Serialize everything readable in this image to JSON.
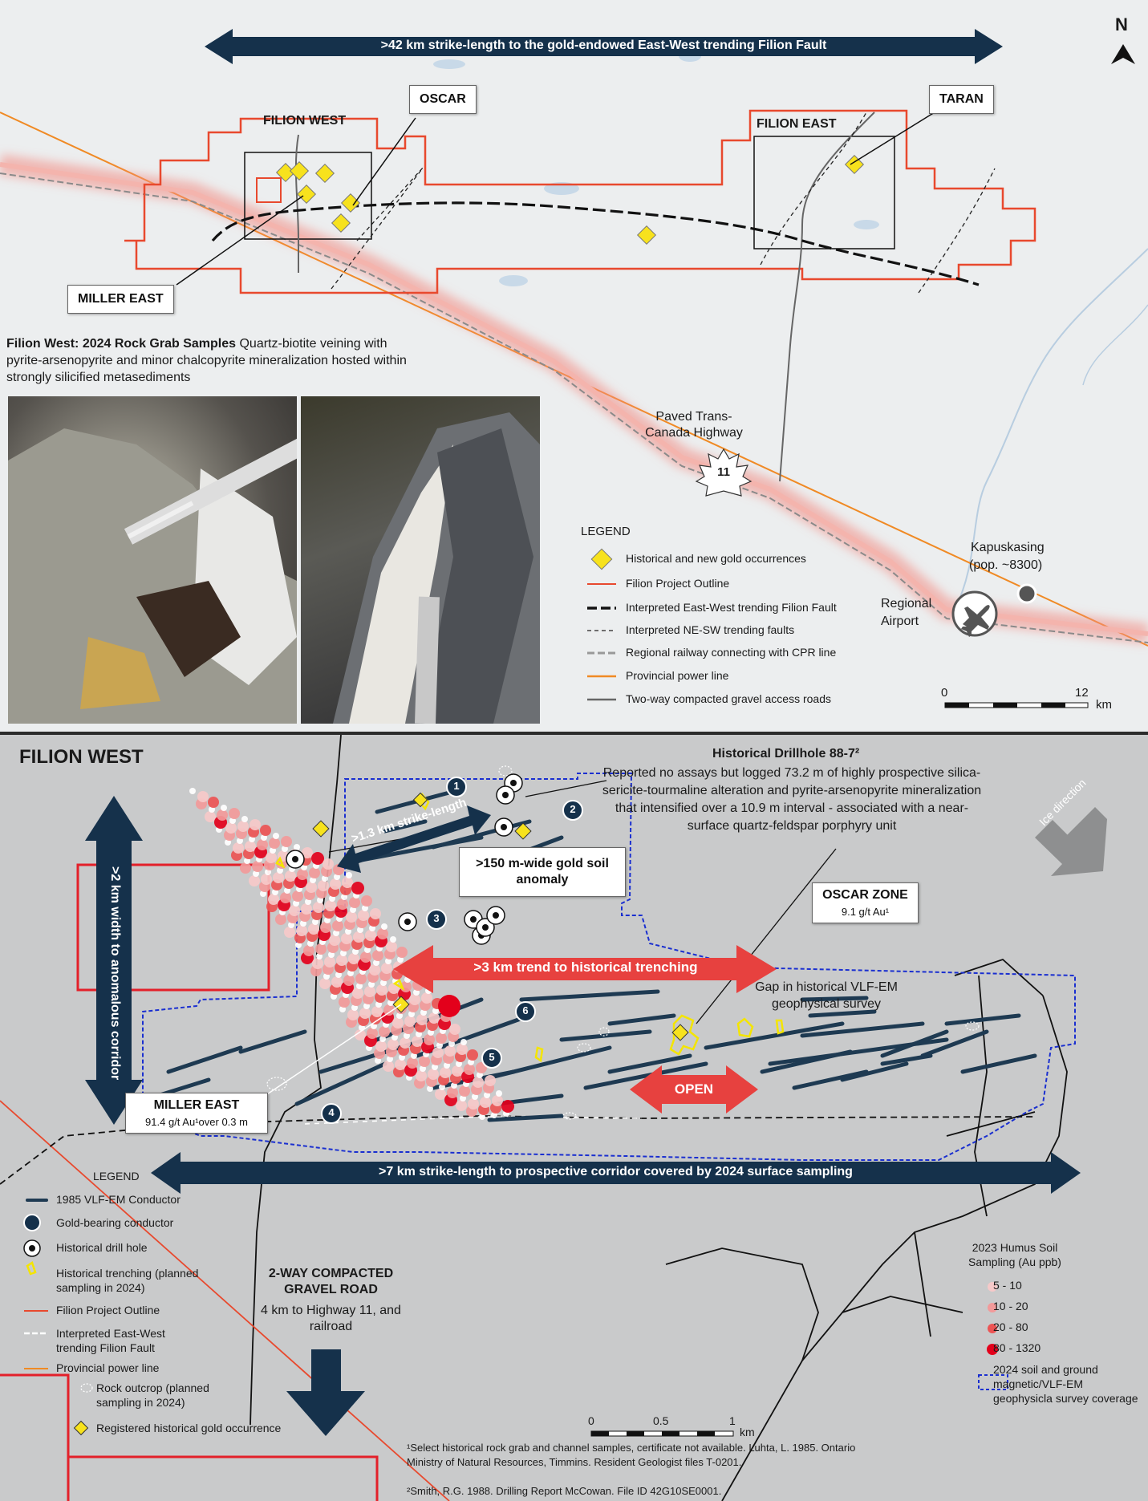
{
  "top_map": {
    "strike_arrow": ">42 km strike-length to the gold-endowed East-West trending Filion Fault",
    "north": "N",
    "labels": {
      "filion_west": "FILION WEST",
      "filion_east": "FILION EAST",
      "oscar": "OSCAR",
      "taran": "TARAN",
      "miller_east": "MILLER EAST",
      "highway": "Paved Trans-Canada Highway",
      "highway_number": "11",
      "kapuskasing": "Kapuskasing",
      "kapuskasing_pop": "(pop. ~8300)",
      "airport": "Regional Airport"
    },
    "samples": {
      "title": "Filion West: 2024 Rock Grab Samples",
      "text": "Quartz-biotite veining with pyrite-arsenopyrite and minor chalcopyrite mineralization hosted within strongly silicified metasediments"
    },
    "legend": {
      "title": "LEGEND",
      "items": [
        "Historical and new gold occurrences",
        "Filion Project Outline",
        "Interpreted East-West trending Filion Fault",
        "Interpreted NE-SW trending faults",
        "Regional railway connecting with CPR line",
        "Provincial power line",
        "Two-way compacted gravel access roads"
      ]
    },
    "scale": {
      "start": "0",
      "end": "12",
      "unit": "km"
    },
    "colors": {
      "outline": "#e8492e",
      "power": "#f08a24",
      "highway_glow": "#f7a9a3",
      "fault": "#111111",
      "gold": "#f7e21d"
    }
  },
  "bottom_map": {
    "title": "FILION WEST",
    "drillhole": {
      "title": "Historical Drillhole 88-7²",
      "text": "Reported no assays but logged 73.2 m of highly prospective silica-sericite-tourmaline alteration and pyrite-arsenopyrite mineralization that intensified over a 10.9 m interval - associated with a near-surface quartz-feldspar porphyry unit"
    },
    "strike_13": ">1.3 km strike-length",
    "soil_anomaly": ">150 m-wide gold soil anomaly",
    "width_arrow": ">2 km width to anomalous corridor",
    "trend_arrow": ">3 km trend to historical trenching",
    "oscar_zone": {
      "title": "OSCAR ZONE",
      "value": "9.1 g/t Au¹"
    },
    "gap": "Gap in historical VLF-EM geophysical survey",
    "open": "OPEN",
    "ice": "Ice direction",
    "miller_east": {
      "title": "MILLER EAST",
      "value": "91.4 g/t Au¹over 0.3 m"
    },
    "strike_7": ">7 km strike-length to prospective corridor covered by 2024 surface sampling",
    "conductor_numbers": [
      "1",
      "2",
      "3",
      "4",
      "5",
      "6"
    ],
    "legend": {
      "title": "LEGEND",
      "items": [
        "1985 VLF-EM Conductor",
        "Gold-bearing conductor",
        "Historical drill hole",
        "Historical trenching (planned sampling in 2024)",
        "Filion Project Outline",
        "Interpreted East-West trending Filion Fault",
        "Provincial power line",
        "Rock outcrop (planned sampling in 2024)",
        "Registered historical gold occurrence"
      ]
    },
    "gravel_road": {
      "title": "2-WAY COMPACTED GRAVEL ROAD",
      "text": "4 km to Highway 11, and railroad"
    },
    "soil_legend": {
      "title": "2023 Humus Soil Sampling (Au ppb)",
      "items": [
        "5 - 10",
        "10 - 20",
        "20 - 80",
        "80 - 1320"
      ],
      "colors": [
        "#f6c9c9",
        "#f29a9a",
        "#ec5454",
        "#e3001b"
      ],
      "coverage": "2024 soil and ground magnetic/VLF-EM geophysicla survey coverage"
    },
    "scale": {
      "t0": "0",
      "t1": "0.5",
      "t2": "1",
      "unit": "km"
    },
    "footnotes": {
      "f1": "¹Select historical rock grab and channel samples, certificate not available. Luhta, L. 1985. Ontario Ministry of Natural Resources, Timmins. Resident Geologist files T-0201.",
      "f2": "²Smith, R.G. 1988. Drilling Report McCowan. File ID 42G10SE0001."
    },
    "colors": {
      "navy": "#15314b",
      "red_arrow": "#e7413f",
      "conductor": "#1e3a52",
      "survey": "#1a2fd0"
    }
  }
}
